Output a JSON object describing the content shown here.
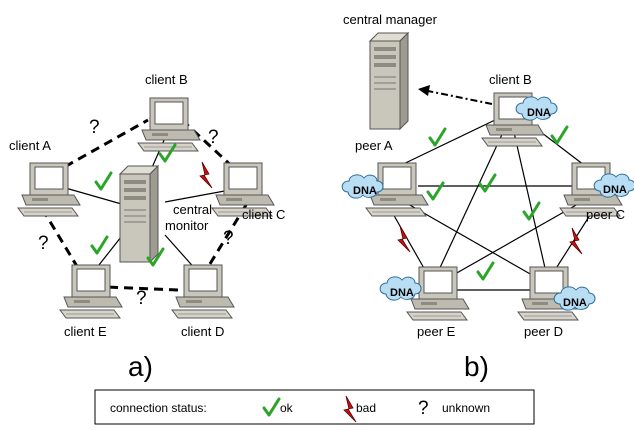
{
  "panel_a": {
    "label": "a)",
    "clients": {
      "a": "client A",
      "b": "client B",
      "c": "client C",
      "d": "client D",
      "e": "client E"
    },
    "monitor_line1": "central",
    "monitor_line2": "monitor",
    "unknown_symbol": "?"
  },
  "panel_b": {
    "label": "b)",
    "manager": "central manager",
    "peers": {
      "a": "peer A",
      "b": "client B",
      "c": "peer C",
      "d": "peer D",
      "e": "peer E"
    },
    "dna_badge": "DNA"
  },
  "legend": {
    "title": "connection status:",
    "ok": "ok",
    "bad": "bad",
    "unknown_symbol": "?",
    "unknown": "unknown"
  },
  "colors": {
    "ok_tick": "#2aa52a",
    "bad_bolt": "#cc1111",
    "dna_cloud": "#b9ddf3",
    "computer": "#c9c6bb"
  }
}
